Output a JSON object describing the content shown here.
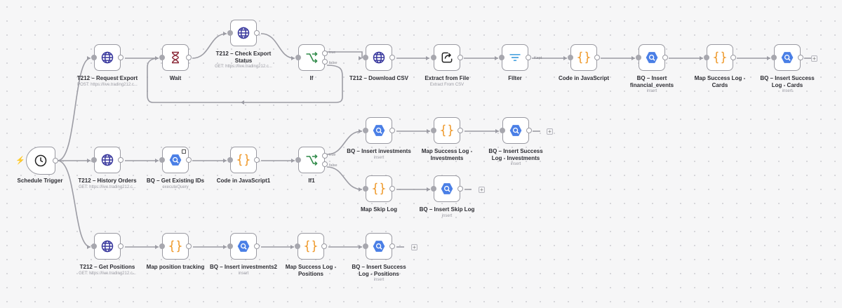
{
  "colors": {
    "canvas_bg": "#f6f6f7",
    "node_border": "#9a9aa2",
    "edge": "#9c9ca4",
    "http": "#3b3a9e",
    "wait": "#8c2a39",
    "if": "#2f8a48",
    "code": "#ef9b2f",
    "filter": "#4aa3df",
    "bigquery": "#4a7fe6",
    "trigger_bolt": "#ef6d56"
  },
  "nodes": {
    "schedule_trigger": {
      "label": "Schedule Trigger",
      "icon": "clock-icon"
    },
    "request_export": {
      "label": "T212 – Request Export",
      "subtitle": "POST: https://live.trading212.c...",
      "icon": "globe-icon"
    },
    "wait": {
      "label": "Wait",
      "icon": "hourglass-icon"
    },
    "check_export": {
      "label": "T212 – Check Export Status",
      "subtitle": "GET: https://live.trading212.c...",
      "icon": "globe-icon"
    },
    "if": {
      "label": "If",
      "icon": "branch-icon",
      "true_label": "true",
      "false_label": "false"
    },
    "download_csv": {
      "label": "T212 – Download CSV",
      "icon": "globe-icon"
    },
    "extract_file": {
      "label": "Extract from File",
      "subtitle": "Extract From CSV",
      "icon": "file-export-icon"
    },
    "filter": {
      "label": "Filter",
      "icon": "filter-icon",
      "kept_label": "Kept"
    },
    "code_js": {
      "label": "Code in JavaScript",
      "icon": "braces-icon"
    },
    "bq_insert_fin": {
      "label": "BQ – Insert financial_events",
      "subtitle": "insert",
      "icon": "bigquery-icon"
    },
    "map_success_cards": {
      "label": "Map Success Log - Cards",
      "icon": "braces-icon"
    },
    "bq_success_cards": {
      "label": "BQ – Insert Success Log - Cards",
      "subtitle": "insert",
      "icon": "bigquery-icon"
    },
    "history_orders": {
      "label": "T212 – History Orders",
      "subtitle": "GET: https://live.trading212.c...",
      "icon": "globe-icon"
    },
    "bq_get_ids": {
      "label": "BQ – Get Existing IDs",
      "subtitle": "executeQuery",
      "icon": "bigquery-icon"
    },
    "code_js1": {
      "label": "Code in JavaScript1",
      "icon": "braces-icon"
    },
    "if1": {
      "label": "If1",
      "icon": "branch-icon",
      "true_label": "true",
      "false_label": "false"
    },
    "bq_insert_inv": {
      "label": "BQ – Insert investments",
      "subtitle": "insert",
      "icon": "bigquery-icon"
    },
    "map_success_inv": {
      "label": "Map Success Log - Investments",
      "icon": "braces-icon"
    },
    "bq_success_inv": {
      "label": "BQ – Insert Success Log - Investments",
      "subtitle": "insert",
      "icon": "bigquery-icon"
    },
    "map_skip": {
      "label": "Map Skip Log",
      "icon": "braces-icon"
    },
    "bq_skip": {
      "label": "BQ – Insert Skip Log",
      "subtitle": "insert",
      "icon": "bigquery-icon"
    },
    "get_positions": {
      "label": "T212 – Get Positions",
      "subtitle": "GET: https://live.trading212.c...",
      "icon": "globe-icon"
    },
    "map_position": {
      "label": "Map position tracking",
      "icon": "braces-icon"
    },
    "bq_insert_inv2": {
      "label": "BQ – Insert investments2",
      "subtitle": "insert",
      "icon": "bigquery-icon"
    },
    "map_success_pos": {
      "label": "Map Success Log - Positions",
      "icon": "braces-icon"
    },
    "bq_success_pos": {
      "label": "BQ – Insert Success Log - Positions",
      "subtitle": "insert",
      "icon": "bigquery-icon"
    }
  },
  "add_button_symbol": "+"
}
